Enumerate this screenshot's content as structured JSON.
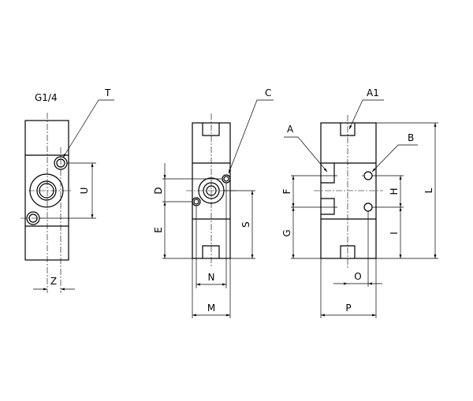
{
  "drawing": {
    "left_view": {
      "thread_label": "G1/4",
      "callout": "T",
      "dims": {
        "u": "U",
        "z": "Z"
      }
    },
    "middle_view": {
      "callout": "C",
      "dims": {
        "d": "D",
        "e": "E",
        "s": "S",
        "n": "N",
        "m": "M"
      }
    },
    "right_view": {
      "callouts": {
        "a": "A",
        "a1": "A1",
        "b": "B"
      },
      "dims": {
        "f": "F",
        "g": "G",
        "h": "H",
        "i": "I",
        "l": "L",
        "o": "O",
        "p": "P"
      }
    }
  }
}
